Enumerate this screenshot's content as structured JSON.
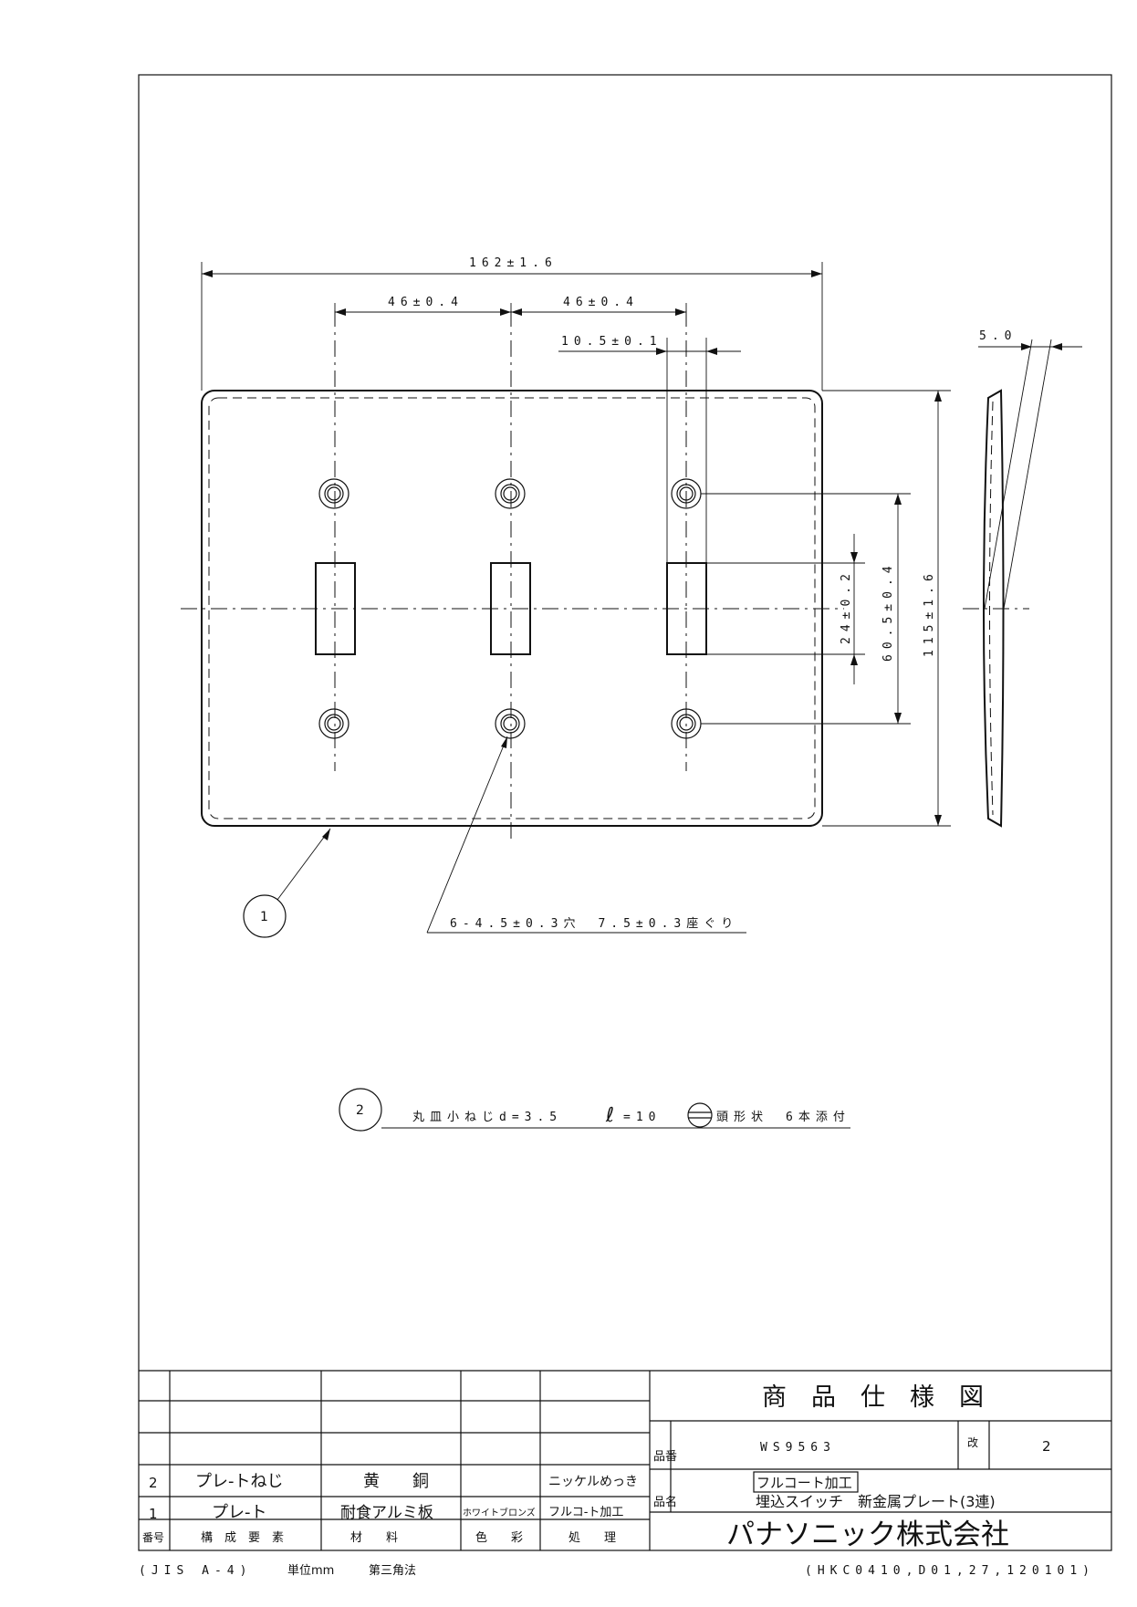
{
  "dimensions": {
    "overall_width": "162±1.6",
    "pitch_left": "46±0.4",
    "pitch_right": "46±0.4",
    "hole_width": "10.5±0.1",
    "thickness": "5.0",
    "toggle_height": "24±0.2",
    "screw_pitch": "60.5±0.4",
    "overall_height": "115±1.6"
  },
  "callouts": {
    "part1_marker": "1",
    "part2_marker": "2",
    "holes_note": "6-4.5±0.3穴　7.5±0.3座ぐり",
    "screw_note": "丸皿小ねじd=3.5",
    "screw_length": "=10",
    "screw_head": "頭形状　6本添付"
  },
  "parts_table": {
    "headers": {
      "no": "番号",
      "component": "構　成　要　素",
      "material": "材　　料",
      "color": "色　　彩",
      "treatment": "処　　理"
    },
    "rows": [
      {
        "no": "2",
        "component": "プレ-トねじ",
        "material": "黄　　銅",
        "color": "",
        "treatment": "ニッケルめっき"
      },
      {
        "no": "1",
        "component": "プレ-ト",
        "material": "耐食アルミ板",
        "color": "ホワイトブロンズ",
        "treatment": "フルコ-ト加工"
      }
    ]
  },
  "title_block": {
    "title": "商　品　仕　様　図",
    "part_no_label": "品番",
    "part_no": "WS9563",
    "rev_label": "改",
    "rev": "2",
    "name_label": "品名",
    "name_tag": "フルコート加工",
    "name": "埋込スイッチ　新金属プレート(3連)",
    "company": "パナソニック株式会社"
  },
  "footer": {
    "standard": "(JIS A-4)",
    "unit": "単位mm",
    "projection": "第三角法",
    "doc_code": "(HKC0410,D01,27,120101)"
  }
}
